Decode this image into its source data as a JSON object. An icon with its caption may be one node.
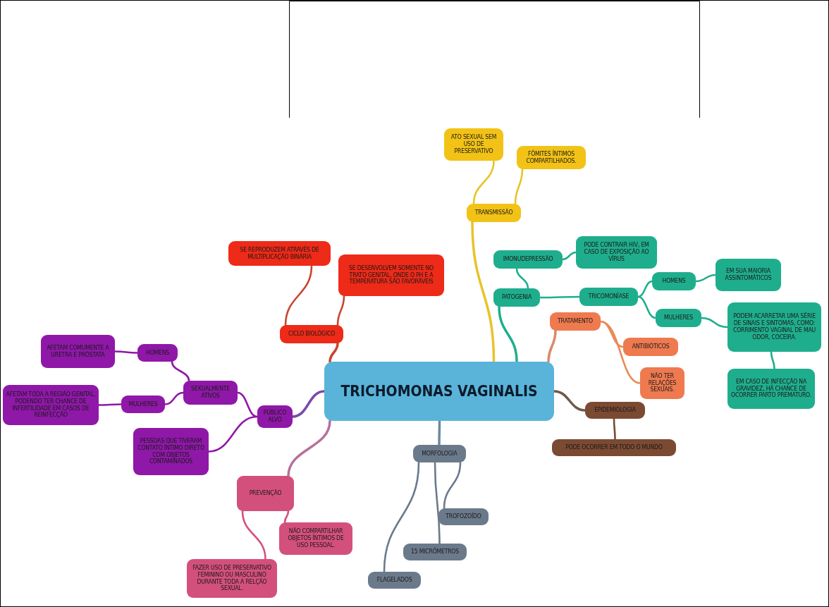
{
  "diagram": {
    "nodes": [
      {
        "text": [
          "TRICHOMONAS VAGINALIS"
        ]
      },
      {
        "text": [
          "TRANSMISSÃO"
        ]
      },
      {
        "text": [
          "ATO SEXUAL SEM USO DE PRESERVATIVO"
        ]
      },
      {
        "text": [
          "FÔMITES ÍNTIMOS COMPARTILHADOS."
        ]
      },
      {
        "text": [
          "CICLO BIOLÓGICO"
        ]
      },
      {
        "text": [
          "SE REPRODUZEM ATRAVÉS DE MULTIPLICAÇÃO BINÁRIA"
        ]
      },
      {
        "text": [
          "SE DESENVOLVEM SOMENTE NO TRATO GENITAL, ONDE O PH E A TEMPERATURA SÃO FAVORÁVEIS"
        ]
      },
      {
        "text": [
          "PATOGENIA"
        ]
      },
      {
        "text": [
          "IMONUDEPRESSÃO"
        ]
      },
      {
        "text": [
          "PODE CONTRAIR HIV, EM CASO DE EXPOSIÇÃO AO VÍRUS"
        ]
      },
      {
        "text": [
          "TRICOMONÍASE"
        ]
      },
      {
        "text": [
          "HOMENS"
        ]
      },
      {
        "text": [
          "EM SUA MAIORIA ASSINTOMÁTICOS"
        ]
      },
      {
        "text": [
          "MULHERES"
        ]
      },
      {
        "text": [
          "PODEM ACARRETAR UMA SÉRIE DE SINAIS E SINTOMAS, COMO: CORRIMENTO VAGINAL DE MAU ODOR, COCEIRA."
        ]
      },
      {
        "text": [
          "EM CASO DE INFECÇÃO NA GRAVIDEZ, HÁ CHANCE DE OCORRER PARTO PREMATURO."
        ]
      },
      {
        "text": [
          "TRATAMENTO"
        ]
      },
      {
        "text": [
          "ANTIBIÓTICOS"
        ]
      },
      {
        "text": [
          "NÃO TER RELAÇÕES SEXUAIS."
        ]
      },
      {
        "text": [
          "EPIDEMIOLOGIA"
        ]
      },
      {
        "text": [
          "PODE OCORRER EM TODO O MUNDO"
        ]
      },
      {
        "text": [
          "PÚBLICO ALVO"
        ]
      },
      {
        "text": [
          "SEXUALMENTE ATIVOS"
        ]
      },
      {
        "text": [
          "HOMENS"
        ]
      },
      {
        "text": [
          "AFETAM COMUMENTE A URETRA E PRÓSTATA"
        ]
      },
      {
        "text": [
          "MULHERES"
        ]
      },
      {
        "text": [
          "AFETAM TODA A REGIÃO GENITAL, PODENDO TER CHANCE DE INFERTILIDADE EM CASOS DE REINFECÇÃO"
        ]
      },
      {
        "text": [
          "PESSOAS QUE TIVERAM CONTATO ÍNTIMO DIRETO COM OBJETOS CONTAMINADOS"
        ]
      },
      {
        "text": [
          "PREVENÇÃO"
        ]
      },
      {
        "text": [
          "NÃO COMPARTILHAR OBJETOS ÍNTIMOS DE USO PESSOAL."
        ]
      },
      {
        "text": [
          "FAZER USO DE PRESERVATIVO FEMININO OU MASCULINO DURANTE TODA A RELÇÃO SEXUAL."
        ]
      },
      {
        "text": [
          "MORFOLOGIA"
        ]
      },
      {
        "text": [
          "TROFOZOÍDO"
        ]
      },
      {
        "text": [
          "15 MICRÔMETROS"
        ]
      },
      {
        "text": [
          "FLAGELADOS"
        ]
      }
    ],
    "edges": [
      {
        "from": 0,
        "to": 1,
        "arrow": "none",
        "color": "#e8c32a"
      },
      {
        "from": 1,
        "to": 2,
        "arrow": "none",
        "color": "#e8c32a"
      },
      {
        "from": 1,
        "to": 3,
        "arrow": "none",
        "color": "#e8c32a"
      },
      {
        "from": 0,
        "to": 4,
        "arrow": "none",
        "color": "#c8452f"
      },
      {
        "from": 4,
        "to": 5,
        "arrow": "none",
        "color": "#c8452f"
      },
      {
        "from": 4,
        "to": 6,
        "arrow": "none",
        "color": "#c8452f"
      },
      {
        "from": 0,
        "to": 7,
        "arrow": "none",
        "color": "#1fae8d"
      },
      {
        "from": 7,
        "to": 8,
        "arrow": "none",
        "color": "#1fae8d"
      },
      {
        "from": 8,
        "to": 9,
        "arrow": "none",
        "color": "#1fae8d"
      },
      {
        "from": 7,
        "to": 10,
        "arrow": "none",
        "color": "#1fae8d"
      },
      {
        "from": 10,
        "to": 11,
        "arrow": "none",
        "color": "#1fae8d"
      },
      {
        "from": 11,
        "to": 12,
        "arrow": "none",
        "color": "#1fae8d"
      },
      {
        "from": 10,
        "to": 13,
        "arrow": "none",
        "color": "#1fae8d"
      },
      {
        "from": 13,
        "to": 14,
        "arrow": "none",
        "color": "#1fae8d"
      },
      {
        "from": 14,
        "to": 15,
        "arrow": "none",
        "color": "#1fae8d"
      },
      {
        "from": 0,
        "to": 16,
        "arrow": "none",
        "color": "#d98a6a"
      },
      {
        "from": 16,
        "to": 17,
        "arrow": "none",
        "color": "#e98a55"
      },
      {
        "from": 16,
        "to": 18,
        "arrow": "none",
        "color": "#e98a55"
      },
      {
        "from": 0,
        "to": 19,
        "arrow": "none",
        "color": "#6e5a48"
      },
      {
        "from": 19,
        "to": 20,
        "arrow": "none",
        "color": "#7b4a33"
      },
      {
        "from": 0,
        "to": 21,
        "arrow": "none",
        "color": "#7a4aaa"
      },
      {
        "from": 21,
        "to": 22,
        "arrow": "none",
        "color": "#8f18a8"
      },
      {
        "from": 22,
        "to": 23,
        "arrow": "none",
        "color": "#8f18a8"
      },
      {
        "from": 23,
        "to": 24,
        "arrow": "none",
        "color": "#8f18a8"
      },
      {
        "from": 22,
        "to": 25,
        "arrow": "none",
        "color": "#8f18a8"
      },
      {
        "from": 25,
        "to": 26,
        "arrow": "none",
        "color": "#8f18a8"
      },
      {
        "from": 21,
        "to": 27,
        "arrow": "none",
        "color": "#8f18a8"
      },
      {
        "from": 0,
        "to": 28,
        "arrow": "none",
        "color": "#b7709a"
      },
      {
        "from": 28,
        "to": 29,
        "arrow": "none",
        "color": "#d4507c"
      },
      {
        "from": 28,
        "to": 30,
        "arrow": "none",
        "color": "#d4507c"
      },
      {
        "from": 0,
        "to": 31,
        "arrow": "none",
        "color": "#6b8aa0"
      },
      {
        "from": 31,
        "to": 32,
        "arrow": "none",
        "color": "#6b7a8b"
      },
      {
        "from": 31,
        "to": 33,
        "arrow": "none",
        "color": "#6b7a8b"
      },
      {
        "from": 31,
        "to": 34,
        "arrow": "none",
        "color": "#6b7a8b"
      }
    ]
  }
}
